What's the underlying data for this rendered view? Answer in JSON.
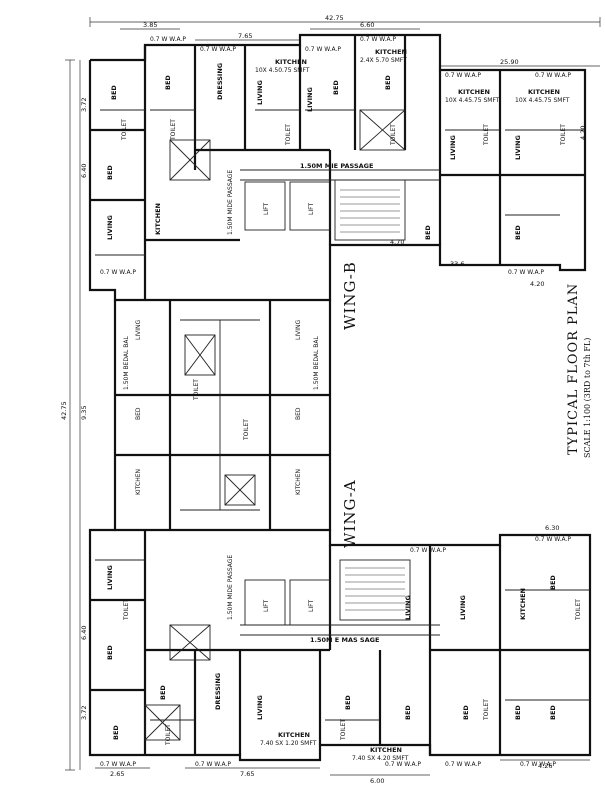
{
  "drawing": {
    "title": "TYPICAL FLOOR PLAN",
    "scale_note": "SCALE 1:100 (3RD to 7th FL)",
    "wing_a_label": "WING-A",
    "wing_b_label": "WING-B"
  },
  "dimensions": {
    "top_overall": "42.75",
    "top_segment_1": "3.85",
    "top_segment_2": "7.65",
    "top_segment_3": "6.60",
    "top_right_span": "25.90",
    "left_overall": "42.75",
    "left_segment_1": "3.72",
    "left_segment_2": "6.40",
    "left_segment_3": "9.35",
    "left_segment_4": "6.40",
    "left_segment_5": "3.72",
    "bottom_segment_1": "2.65",
    "bottom_segment_2": "7.65",
    "bottom_segment_3": "6.00",
    "bottom_segment_4": "4.26",
    "right_segment_1": "4.20",
    "right_segment_2": "4.20",
    "right_segment_3": "6.30",
    "mid_dim_1": "4.70",
    "mid_dim_2": "33.6"
  },
  "rooms": {
    "kitchen_top_1": "KITCHEN",
    "kitchen_top_1_size": "10X 4.50.75 SMFT",
    "kitchen_top_2": "KITCHEN",
    "kitchen_top_2_size": "2.4X 5.70 SMFT",
    "kitchen_top_3": "KITCHEN",
    "kitchen_top_3_size": "10X 4.45.75 SMFT",
    "kitchen_top_4": "KITCHEN",
    "kitchen_top_4_size": "10X 4.45.75 SMFT",
    "kitchen_bot_1": "KITCHEN",
    "kitchen_bot_1_size": "7.40 SX 1.20 SMFT",
    "kitchen_bot_2": "KITCHEN",
    "kitchen_bot_2_size": "7.40 SX 4.20 SMFT",
    "bed_generic": "BED",
    "living": "LIVING",
    "toilet": "TOILET",
    "lift": "LIFT",
    "passage_b": "1.50M MIE PASSAGE",
    "passage_b_v": "1.50M MIDE PASSAGE",
    "passage_a": "1.50M E MAS SAGE",
    "passage_a_v": "1.50M MIDE PASSAGE",
    "window_tag": "0.7 W W.A.P",
    "dressing": "DRESSING",
    "kitchen_short": "KITCHEN",
    "bal": "1.50M BEDAL BAL"
  }
}
